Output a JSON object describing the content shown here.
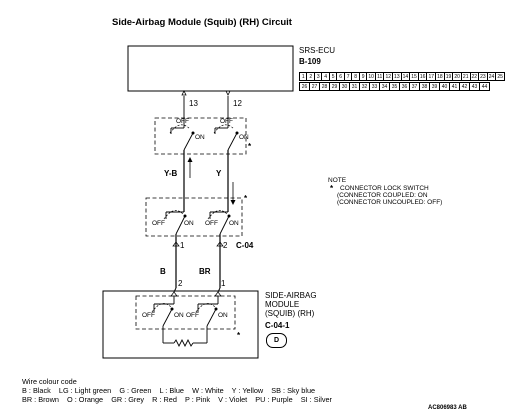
{
  "title": "Side-Airbag Module (Squib) (RH) Circuit",
  "ecu": {
    "name": "SRS-ECU",
    "connector": "B-109",
    "pins_row1": [
      "1",
      "2",
      "3",
      "4",
      "5",
      "6",
      "7",
      "8",
      "9",
      "10",
      "11",
      "12",
      "13",
      "14",
      "15",
      "16",
      "17",
      "18",
      "19",
      "20",
      "21",
      "22",
      "23",
      "24",
      "25"
    ],
    "pins_row2": [
      "26",
      "27",
      "28",
      "29",
      "30",
      "31",
      "32",
      "33",
      "34",
      "35",
      "36",
      "37",
      "38",
      "39",
      "40",
      "41",
      "42",
      "43",
      "44"
    ],
    "terminals": [
      "13",
      "12"
    ]
  },
  "switch_labels": {
    "off": "OFF",
    "on": "ON"
  },
  "asterisk": "*",
  "wires_upper": [
    "Y-B",
    "Y"
  ],
  "wires_lower": [
    "B",
    "BR"
  ],
  "mid_connector": {
    "name": "C-04",
    "pins": [
      "1",
      "2"
    ]
  },
  "module": {
    "name_lines": [
      "SIDE-AIRBAG",
      "MODULE",
      "(SQUIB) (RH)"
    ],
    "connector": "C-04-1",
    "pins": [
      "2",
      "1"
    ],
    "badge": "D"
  },
  "note": {
    "heading": "NOTE",
    "lines": [
      "CONNECTOR LOCK SWITCH",
      "(CONNECTOR COUPLED: ON",
      "(CONNECTOR UNCOUPLED: OFF)"
    ]
  },
  "wire_code": {
    "heading": "Wire colour code",
    "line1": "B : Black    LG : Light green    G : Green    L : Blue    W : White    Y : Yellow    SB : Sky blue",
    "line2": "BR : Brown    O : Orange    GR : Grey    R : Red    P : Pink    V : Violet    PU : Purple    SI : Silver"
  },
  "figure_id": "AC806983 AB"
}
